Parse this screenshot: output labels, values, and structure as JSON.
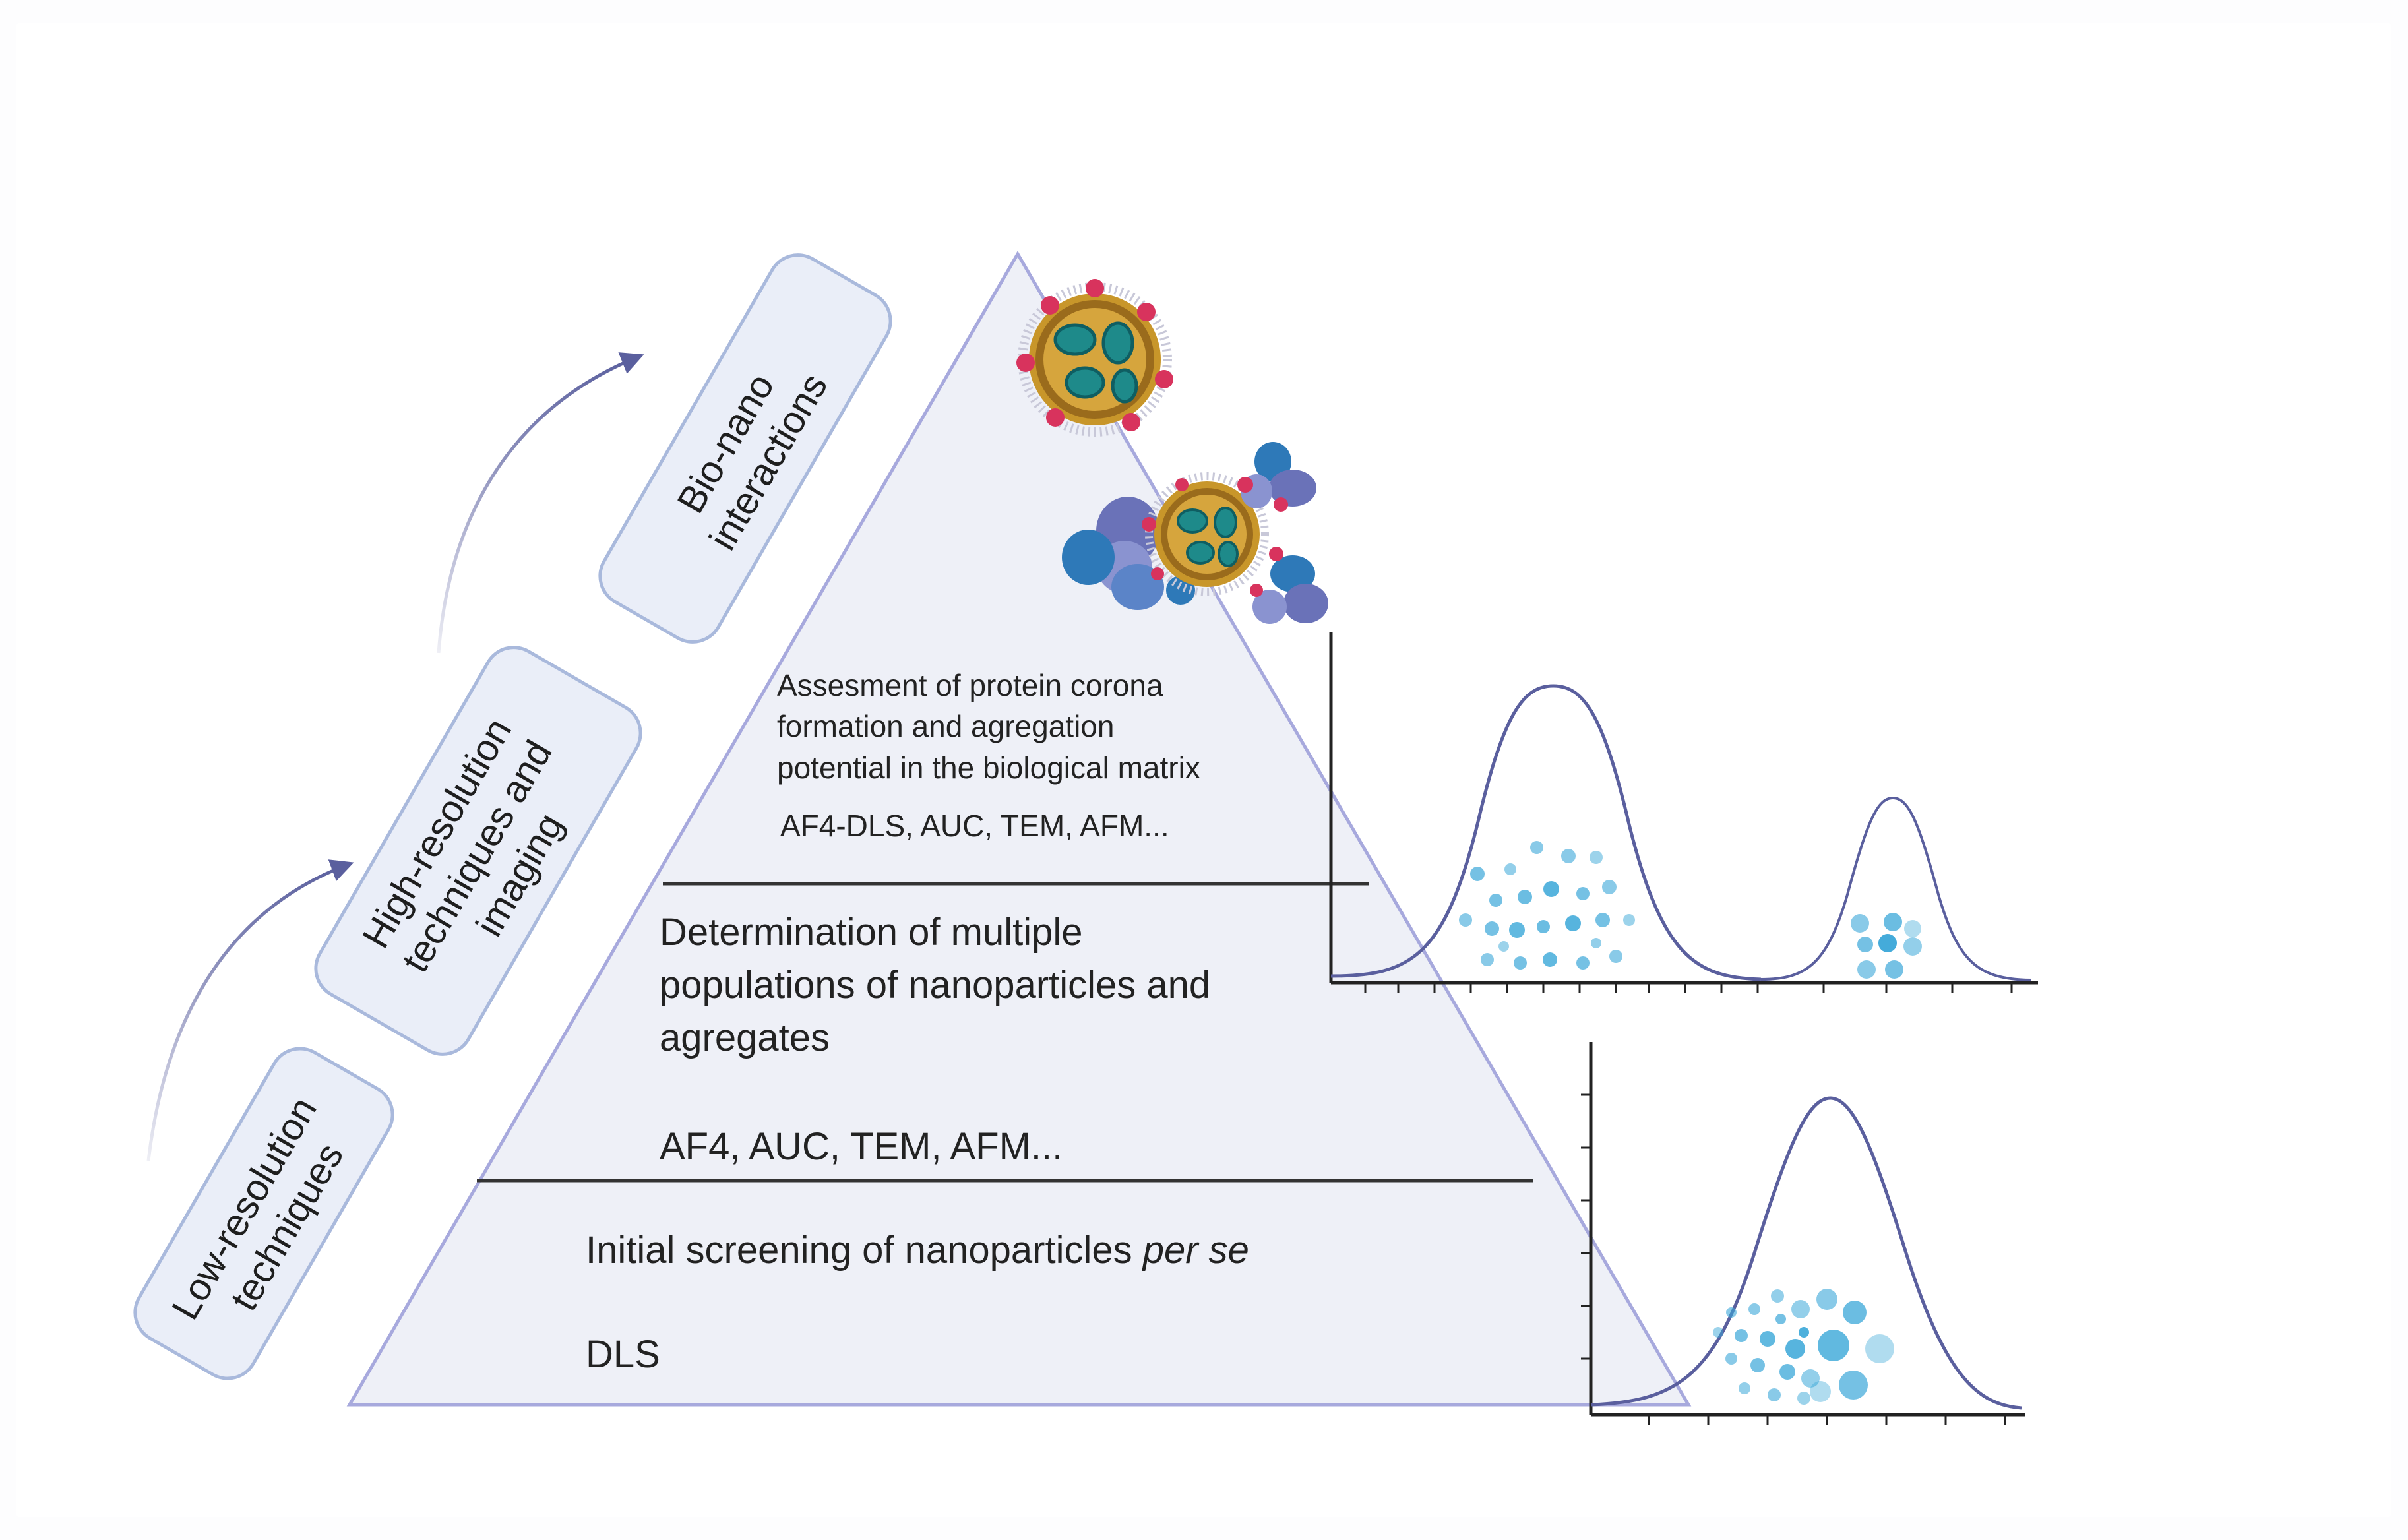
{
  "side_labels": [
    {
      "key": "low",
      "lines": [
        "Low-resolution",
        "techniques"
      ]
    },
    {
      "key": "high",
      "lines": [
        "High-resolution",
        "techniques and",
        "imaging"
      ]
    },
    {
      "key": "bio",
      "lines": [
        "Bio-nano",
        "interactions"
      ]
    }
  ],
  "tiers": {
    "top": {
      "description_lines": [
        "Assesment of protein corona",
        "formation and agregation",
        "potential in the biological matrix"
      ],
      "techniques": "AF4-DLS, AUC, TEM, AFM..."
    },
    "middle": {
      "description_lines": [
        "Determination of multiple",
        "populations of nanoparticles and",
        "agregates"
      ],
      "techniques": "AF4, AUC, TEM, AFM..."
    },
    "bottom": {
      "description_prefix": "Initial screening of nanoparticles ",
      "description_italic": "per se",
      "techniques": "DLS"
    }
  },
  "colors": {
    "line": "#5a5f9e",
    "triangle_fill": "#eef0f7",
    "triangle_stroke": "#a7a9dd",
    "label_box_fill": "#eaeef8",
    "label_box_stroke": "#a9b9dc",
    "particle": "#3aa7d8",
    "corona": "#c8962a",
    "protein": "#6a72b8",
    "pink": "#d8335d"
  },
  "icons": [
    "protein-corona-nanoparticle-icon",
    "nanoparticle-protein-aggregate-icon"
  ]
}
